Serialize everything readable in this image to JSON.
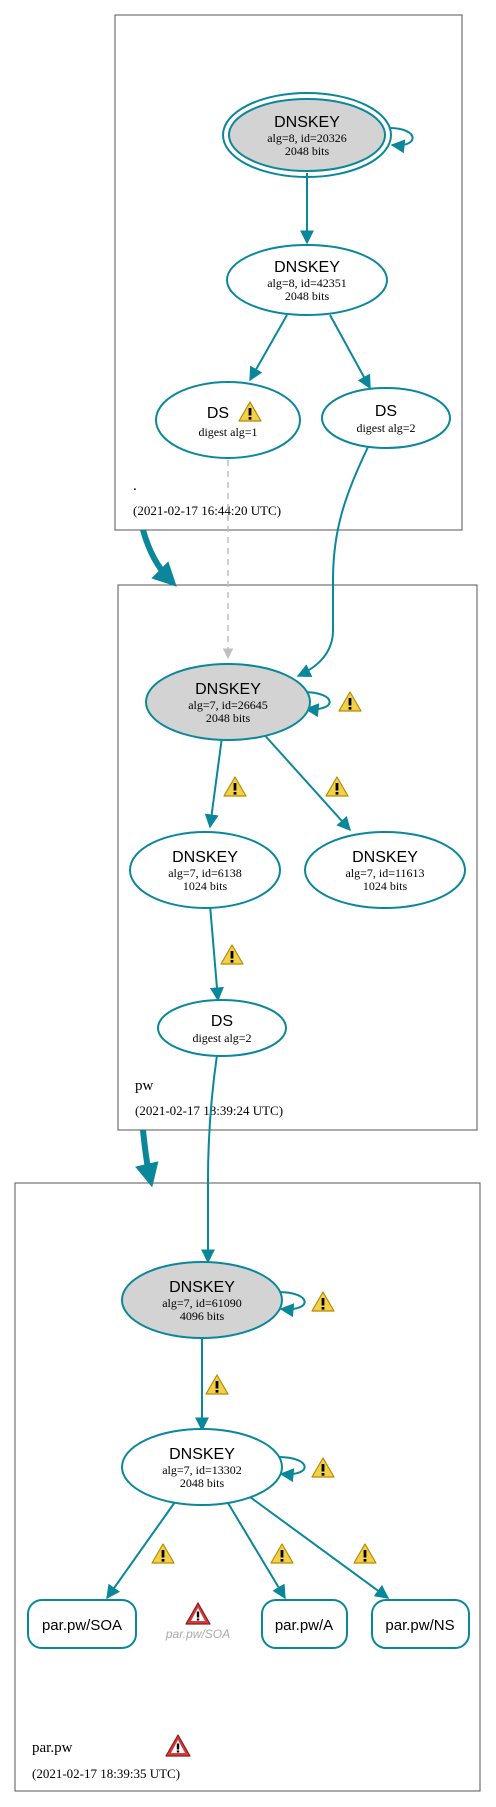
{
  "colors": {
    "edge": "#0a879a",
    "node_fill_sep": "#d3d3d3",
    "zone_border": "#555555",
    "insecure_edge": "#bfbfbf",
    "warning_fill": "#f2d14a",
    "error_fill": "#d63a3a",
    "ghost_text": "#aaaaaa"
  },
  "zones": {
    "root": {
      "name": ".",
      "timestamp": "(2021-02-17 16:44:20 UTC)"
    },
    "pw": {
      "name": "pw",
      "timestamp": "(2021-02-17 18:39:24 UTC)"
    },
    "parpw": {
      "name": "par.pw",
      "timestamp": "(2021-02-17 18:39:35 UTC)"
    }
  },
  "nodes": {
    "root_ksk": {
      "title": "DNSKEY",
      "line1": "alg=8, id=20326",
      "line2": "2048 bits"
    },
    "root_zsk": {
      "title": "DNSKEY",
      "line1": "alg=8, id=42351",
      "line2": "2048 bits"
    },
    "root_ds1": {
      "title": "DS",
      "line1": "digest alg=1"
    },
    "root_ds2": {
      "title": "DS",
      "line1": "digest alg=2"
    },
    "pw_ksk": {
      "title": "DNSKEY",
      "line1": "alg=7, id=26645",
      "line2": "2048 bits"
    },
    "pw_zsk1": {
      "title": "DNSKEY",
      "line1": "alg=7, id=6138",
      "line2": "1024 bits"
    },
    "pw_zsk2": {
      "title": "DNSKEY",
      "line1": "alg=7, id=11613",
      "line2": "1024 bits"
    },
    "pw_ds": {
      "title": "DS",
      "line1": "digest alg=2"
    },
    "par_ksk": {
      "title": "DNSKEY",
      "line1": "alg=7, id=61090",
      "line2": "4096 bits"
    },
    "par_zsk": {
      "title": "DNSKEY",
      "line1": "alg=7, id=13302",
      "line2": "2048 bits"
    }
  },
  "rrsets": {
    "soa": "par.pw/SOA",
    "ghost_soa": "par.pw/SOA",
    "a": "par.pw/A",
    "ns": "par.pw/NS"
  },
  "icons": {
    "warning": "warning-triangle-icon",
    "error": "error-triangle-icon"
  }
}
